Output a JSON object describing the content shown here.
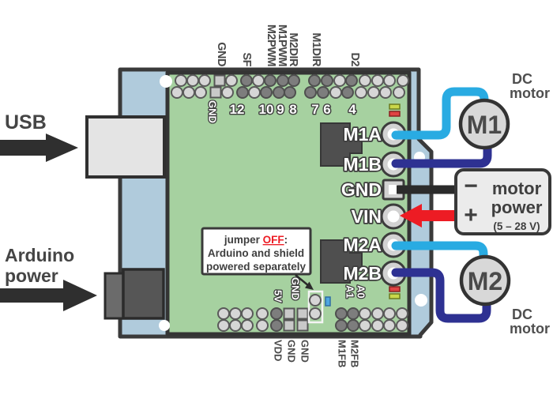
{
  "side_labels": {
    "usb": "USB",
    "arduino_power_line1": "Arduino",
    "arduino_power_line2": "power",
    "dc_motor_line1": "DC",
    "dc_motor_line2": "motor"
  },
  "shield": {
    "top_signal_labels": [
      "GND",
      "SF",
      "M2PWM",
      "M1PWM",
      "M2DIR",
      "M1DIR",
      "D2"
    ],
    "top_gnd_silk": "GND",
    "digital_pins": [
      "12",
      "10",
      "9",
      "8",
      "7",
      "6",
      "4"
    ],
    "terminals": [
      "M1A",
      "M1B",
      "GND",
      "VIN",
      "M2A",
      "M2B"
    ],
    "power_jumper_silk": [
      "5V",
      "GND"
    ],
    "analog_silk": [
      "A1",
      "A0"
    ],
    "bottom_silk": [
      "VDD",
      "GND",
      "GND",
      "M1FB",
      "M2FB"
    ]
  },
  "callout": {
    "line1_pre": "jumper ",
    "line1_off": "OFF",
    "line1_post": ":",
    "line2": "Arduino and shield",
    "line3": "powered separately"
  },
  "motor_power": {
    "minus": "−",
    "plus": "+",
    "name_line1": "motor",
    "name_line2": "power",
    "voltage": "(5 – 28 V)"
  },
  "motors": {
    "m1": "M1",
    "m2": "M2"
  },
  "colors": {
    "shield_green": "#a6d1a0",
    "arduino_blue": "#b0cbdc",
    "wire_cyan": "#29abe2",
    "wire_dark_blue": "#2e3192",
    "wire_red": "#ed1c24",
    "wire_black": "#2b2b2b",
    "led_green": "#c9d74a",
    "led_red": "#e04343"
  }
}
